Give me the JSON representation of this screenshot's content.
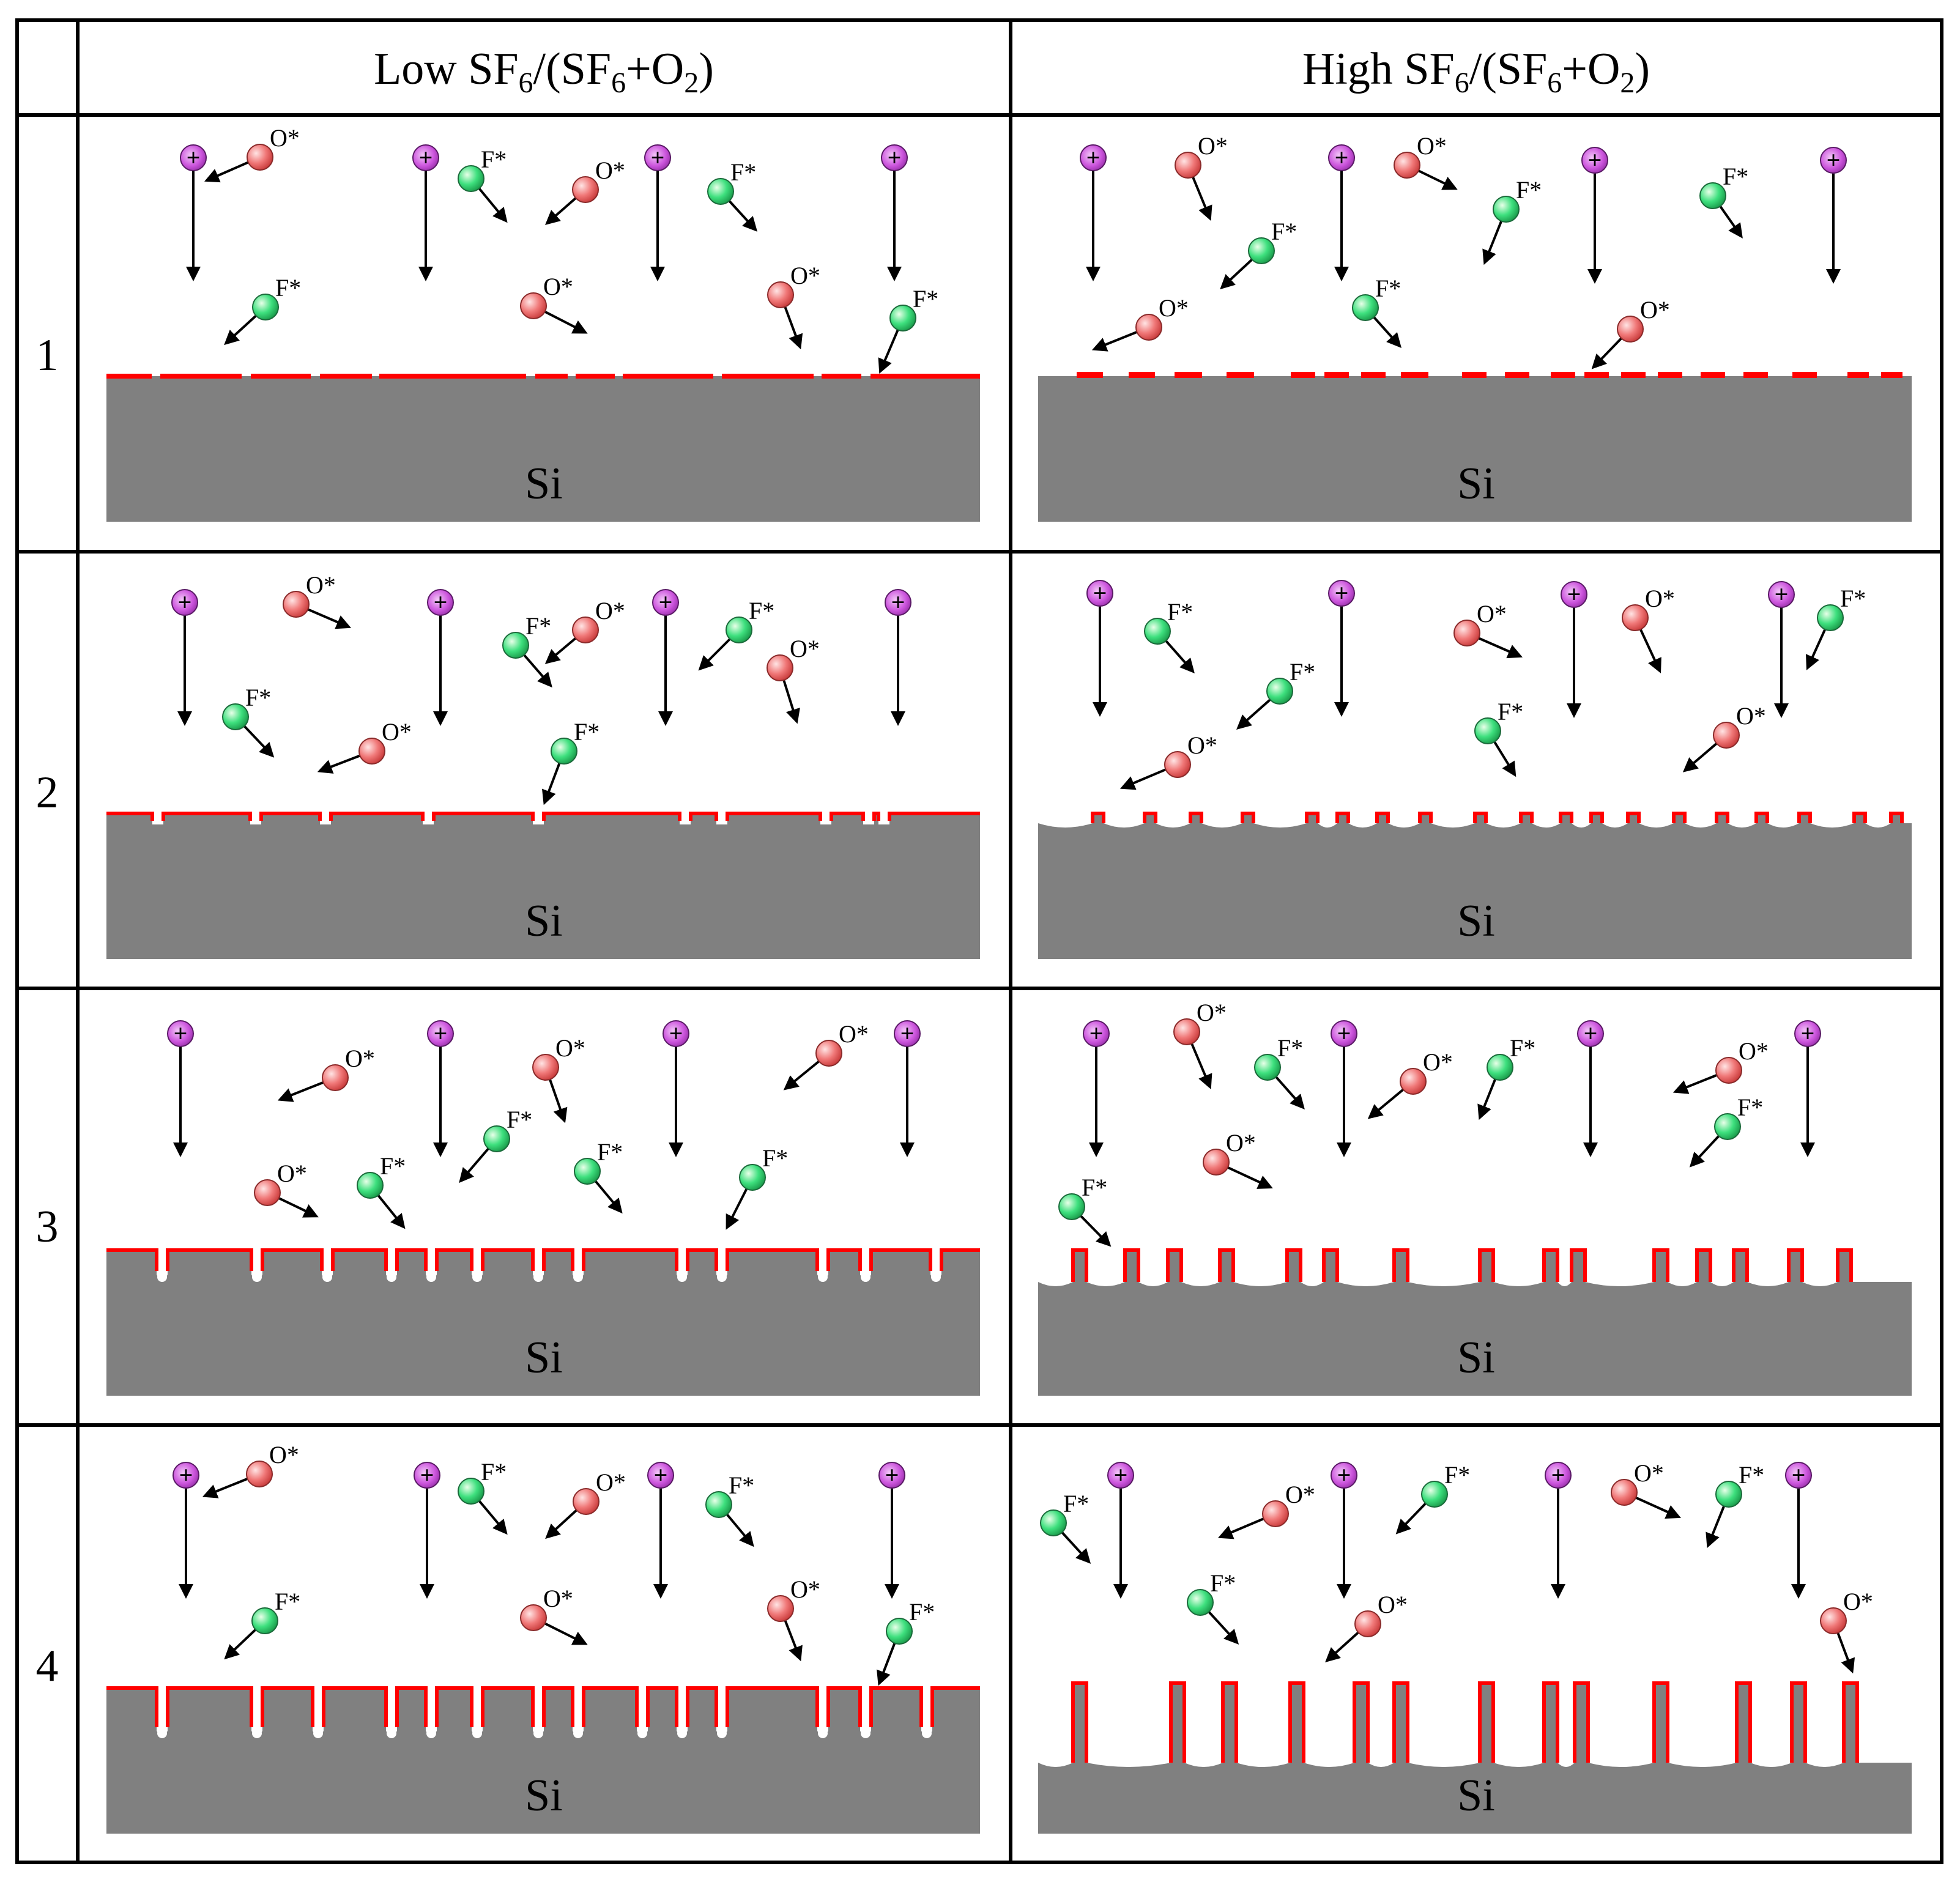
{
  "header": {
    "columns": [
      {
        "prefix": "Low SF",
        "sub1": "6",
        "mid": "/(SF",
        "sub2": "6",
        "mid2": "+O",
        "sub3": "2",
        "suffix": ")"
      },
      {
        "prefix": "High SF",
        "sub1": "6",
        "mid": "/(SF",
        "sub2": "6",
        "mid2": "+O",
        "sub3": "2",
        "suffix": ")"
      }
    ]
  },
  "rows": [
    "1",
    "2",
    "3",
    "4"
  ],
  "labels": {
    "substrate": "Si",
    "oxygen_radical": "O*",
    "fluorine_radical": "F*",
    "ion_symbol": "+"
  },
  "colors": {
    "substrate": "#808080",
    "passivation": "#ff0000",
    "ion": "#cc55dd",
    "oxygen": "#f07878",
    "fluorine": "#3ee07e",
    "grid": "#000000"
  },
  "legend_semantics": {
    "ion": "plus-ion",
    "oxygen": "oxygen-radical",
    "fluorine": "fluorine-radical"
  }
}
